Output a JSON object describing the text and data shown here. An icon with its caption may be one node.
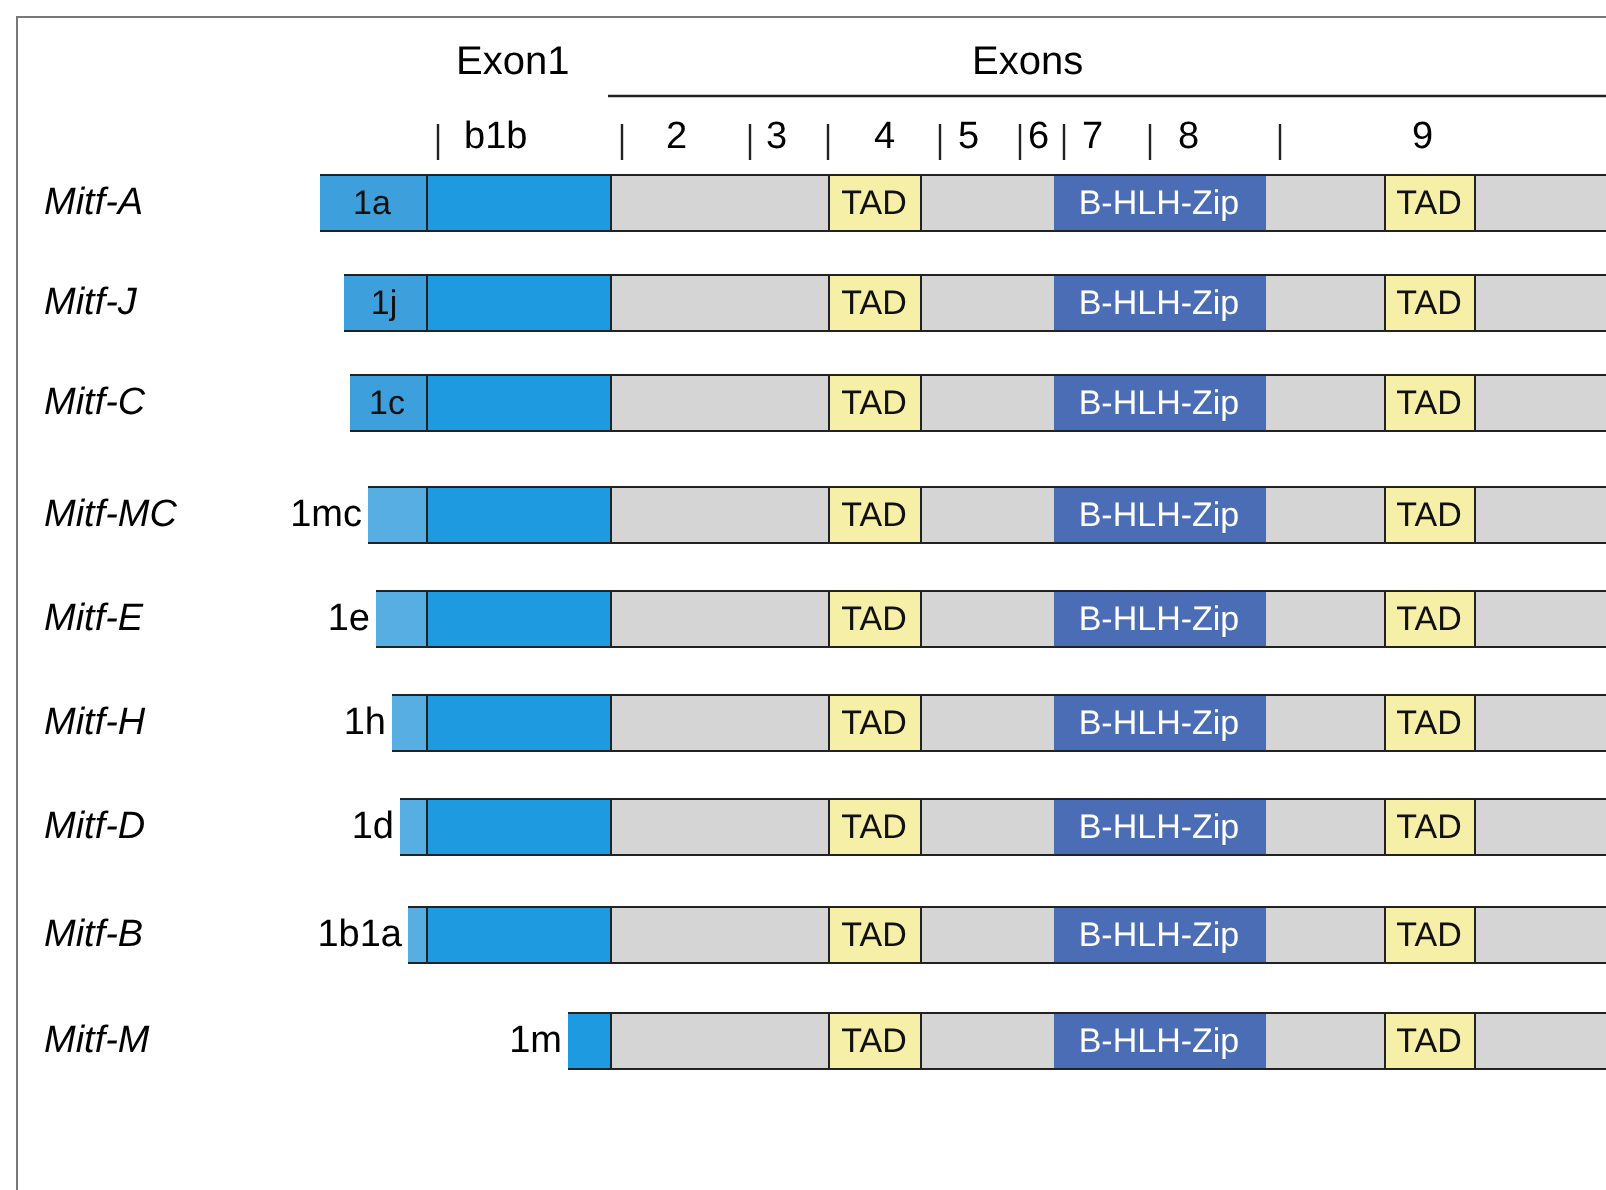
{
  "diagram": {
    "nodes": [
      {
        "text": [],
        "shape": "bar"
      },
      {
        "text": [
          "1a"
        ],
        "in": 0
      },
      {
        "text": [],
        "shape": "box",
        "in": 0
      },
      {
        "text": [
          "TAD"
        ],
        "in": 0
      },
      {
        "text": [
          "B-HLH-Zip"
        ],
        "in": 0
      },
      {
        "text": [
          "TAD"
        ],
        "in": 0
      },
      {
        "text": [],
        "shape": "bar"
      },
      {
        "text": [
          "1j"
        ],
        "in": 6
      },
      {
        "text": [],
        "shape": "box",
        "in": 6
      },
      {
        "text": [
          "TAD"
        ],
        "in": 6
      },
      {
        "text": [
          "B-HLH-Zip"
        ],
        "in": 6
      },
      {
        "text": [
          "TAD"
        ],
        "in": 6
      },
      {
        "text": [],
        "shape": "bar"
      },
      {
        "text": [
          "1c"
        ],
        "in": 12
      },
      {
        "text": [],
        "shape": "box",
        "in": 12
      },
      {
        "text": [
          "TAD"
        ],
        "in": 12
      },
      {
        "text": [
          "B-HLH-Zip"
        ],
        "in": 12
      },
      {
        "text": [
          "TAD"
        ],
        "in": 12
      },
      {
        "text": [],
        "shape": "bar"
      },
      {
        "text": [],
        "shape": "box",
        "in": 18,
        "beside": [
          "1mc"
        ]
      },
      {
        "text": [],
        "shape": "box",
        "in": 18
      },
      {
        "text": [
          "TAD"
        ],
        "in": 18
      },
      {
        "text": [
          "B-HLH-Zip"
        ],
        "in": 18
      },
      {
        "text": [
          "TAD"
        ],
        "in": 18
      },
      {
        "text": [],
        "shape": "bar"
      },
      {
        "text": [],
        "shape": "box",
        "in": 24,
        "beside": [
          "1e"
        ]
      },
      {
        "text": [],
        "shape": "box",
        "in": 24
      },
      {
        "text": [
          "TAD"
        ],
        "in": 24
      },
      {
        "text": [
          "B-HLH-Zip"
        ],
        "in": 24
      },
      {
        "text": [
          "TAD"
        ],
        "in": 24
      },
      {
        "text": [],
        "shape": "bar"
      },
      {
        "text": [],
        "shape": "box",
        "in": 30,
        "beside": [
          "1h"
        ]
      },
      {
        "text": [],
        "shape": "box",
        "in": 30
      },
      {
        "text": [
          "TAD"
        ],
        "in": 30
      },
      {
        "text": [
          "B-HLH-Zip"
        ],
        "in": 30
      },
      {
        "text": [
          "TAD"
        ],
        "in": 30
      },
      {
        "text": [],
        "shape": "bar"
      },
      {
        "text": [],
        "shape": "box",
        "in": 36,
        "beside": [
          "1d"
        ]
      },
      {
        "text": [],
        "shape": "box",
        "in": 36
      },
      {
        "text": [
          "TAD"
        ],
        "in": 36
      },
      {
        "text": [
          "B-HLH-Zip"
        ],
        "in": 36
      },
      {
        "text": [
          "TAD"
        ],
        "in": 36
      },
      {
        "text": [],
        "shape": "bar"
      },
      {
        "text": [],
        "shape": "box",
        "in": 42,
        "beside": [
          "1b1a"
        ]
      },
      {
        "text": [],
        "shape": "box",
        "in": 42
      },
      {
        "text": [
          "TAD"
        ],
        "in": 42
      },
      {
        "text": [
          "B-HLH-Zip"
        ],
        "in": 42
      },
      {
        "text": [
          "TAD"
        ],
        "in": 42
      },
      {
        "text": [],
        "shape": "bar"
      },
      {
        "text": [],
        "shape": "box",
        "in": 48,
        "beside": [
          "1m"
        ]
      },
      {
        "text": [
          "TAD"
        ],
        "in": 48
      },
      {
        "text": [
          "B-HLH-Zip"
        ],
        "in": 48
      },
      {
        "text": [
          "TAD"
        ],
        "in": 48
      }
    ],
    "labels": [
      "Exon1",
      "Exons",
      "b1b",
      "2",
      "3",
      "4",
      "5",
      "6",
      "7",
      "8",
      "9",
      "Mitf-A",
      "Mitf-J",
      "Mitf-C",
      "Mitf-MC",
      "Mitf-E",
      "Mitf-H",
      "Mitf-D",
      "Mitf-B",
      "Mitf-M"
    ]
  }
}
